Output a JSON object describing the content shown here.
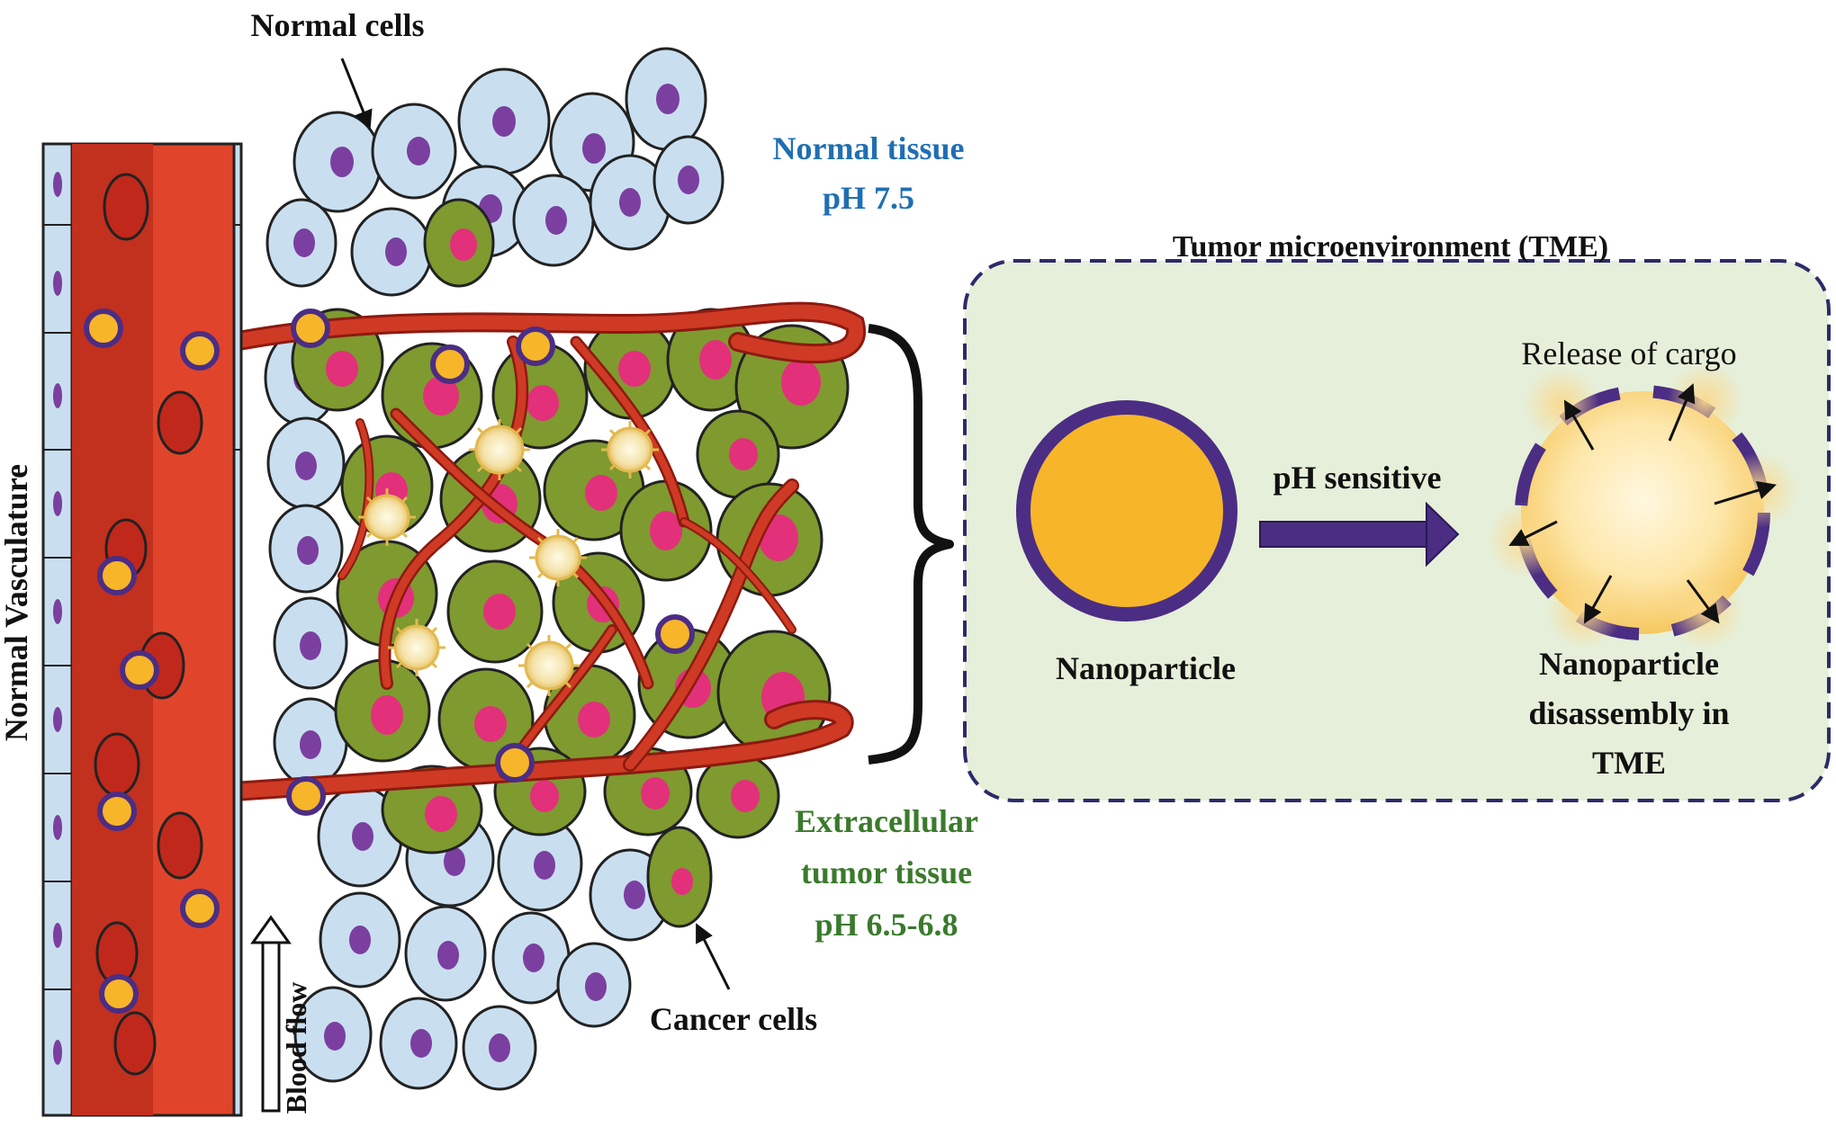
{
  "labels": {
    "normal_cells": "Normal cells",
    "normal_tissue": "Normal tissue",
    "normal_ph": "pH 7.5",
    "tme_title": "Tumor microenvironment (TME)",
    "release": "Release of cargo",
    "ph_sensitive": "pH sensitive",
    "nanoparticle": "Nanoparticle",
    "disassembly_1": "Nanoparticle",
    "disassembly_2": "disassembly in",
    "disassembly_3": "TME",
    "extracellular_1": "Extracellular",
    "extracellular_2": "tumor tissue",
    "extracellular_3": "pH 6.5-6.8",
    "cancer_cells": "Cancer cells",
    "normal_vasculature": "Normal Vasculature",
    "blood_flow": "Blood flow"
  },
  "colors": {
    "normal_tissue_text": "#1f6fb3",
    "tumor_tissue_text": "#3a7a2c",
    "vessel": "#e0452b",
    "vessel_dark": "#b8281a",
    "normal_cell": "#c9dff0",
    "normal_nucleus": "#7b3fa0",
    "cancer_cell": "#7f9a2f",
    "cancer_nucleus": "#e2307a",
    "nanoparticle_fill": "#f7b52a",
    "nanoparticle_ring": "#4b2d84",
    "tme_bg": "#e6efd9",
    "tme_border": "#2e2a6b"
  }
}
